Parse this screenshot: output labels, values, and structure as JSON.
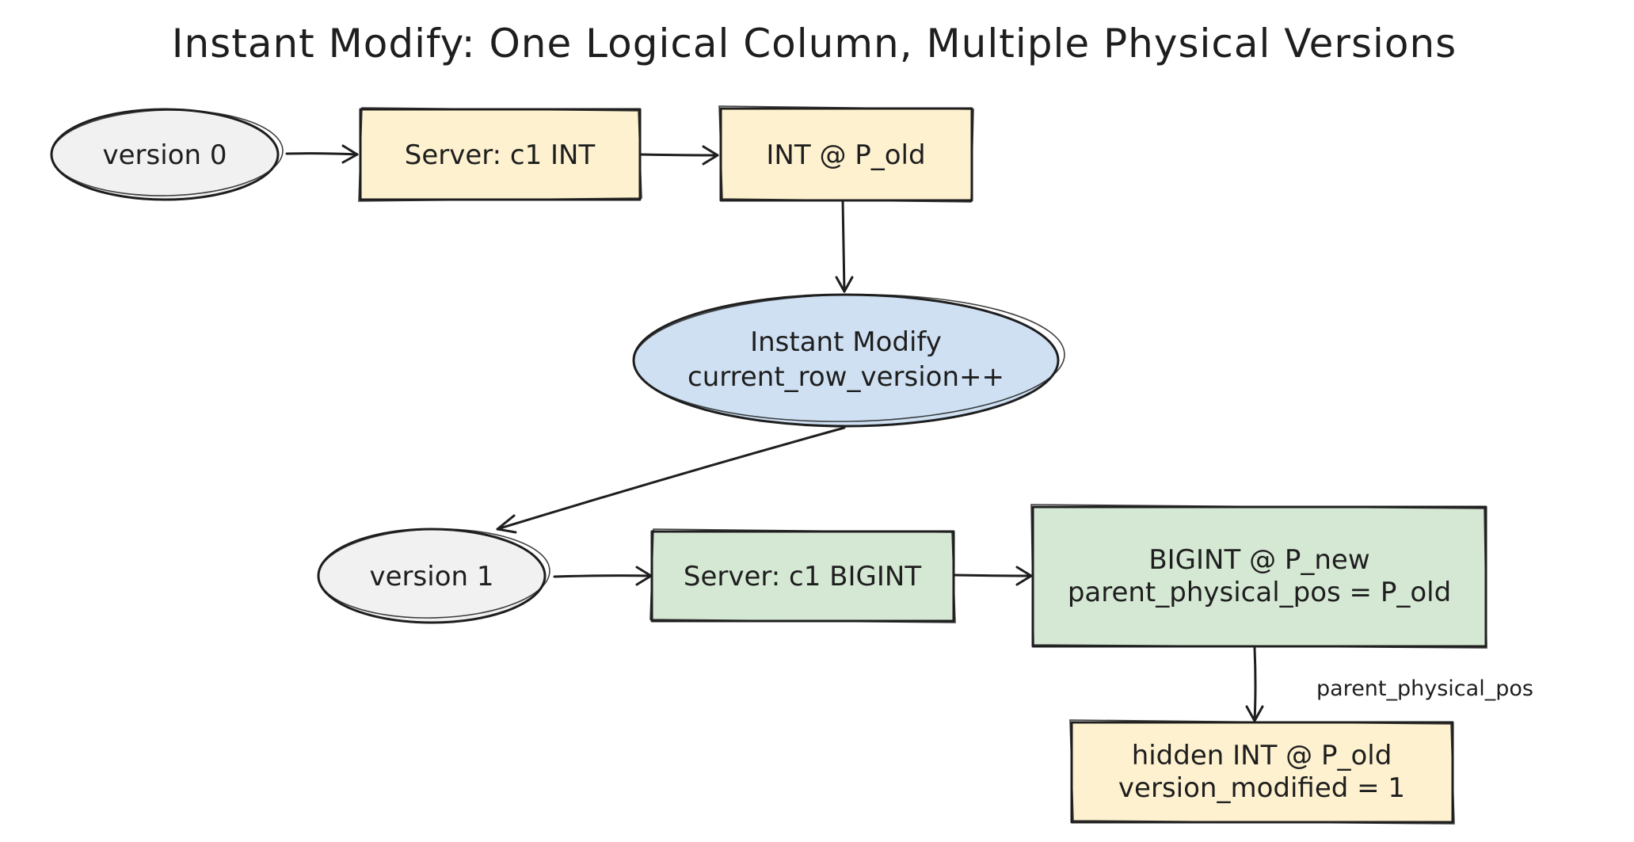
{
  "title": "Instant Modify: One Logical Column, Multiple Physical Versions",
  "colors": {
    "ink": "#1e1e1e",
    "yellow_fill": "#fdf1cf",
    "green_fill": "#d5e8d4",
    "blue_fill": "#cfe0f3",
    "gray_fill": "#f1f1f1"
  },
  "nodes": {
    "version0": {
      "text": "version 0"
    },
    "server_c1_int": {
      "text": "Server: c1 INT"
    },
    "int_p_old": {
      "text": "INT @ P_old"
    },
    "instant_modify": {
      "line1": "Instant Modify",
      "line2": "current_row_version++"
    },
    "version1": {
      "text": "version 1"
    },
    "server_c1_bigint": {
      "text": "Server: c1 BIGINT"
    },
    "bigint_p_new": {
      "line1": "BIGINT @ P_new",
      "line2": "parent_physical_pos = P_old"
    },
    "hidden_int": {
      "line1": "hidden INT @ P_old",
      "line2": "version_modified = 1"
    }
  },
  "edge_labels": {
    "parent_physical_pos": "parent_physical_pos"
  }
}
